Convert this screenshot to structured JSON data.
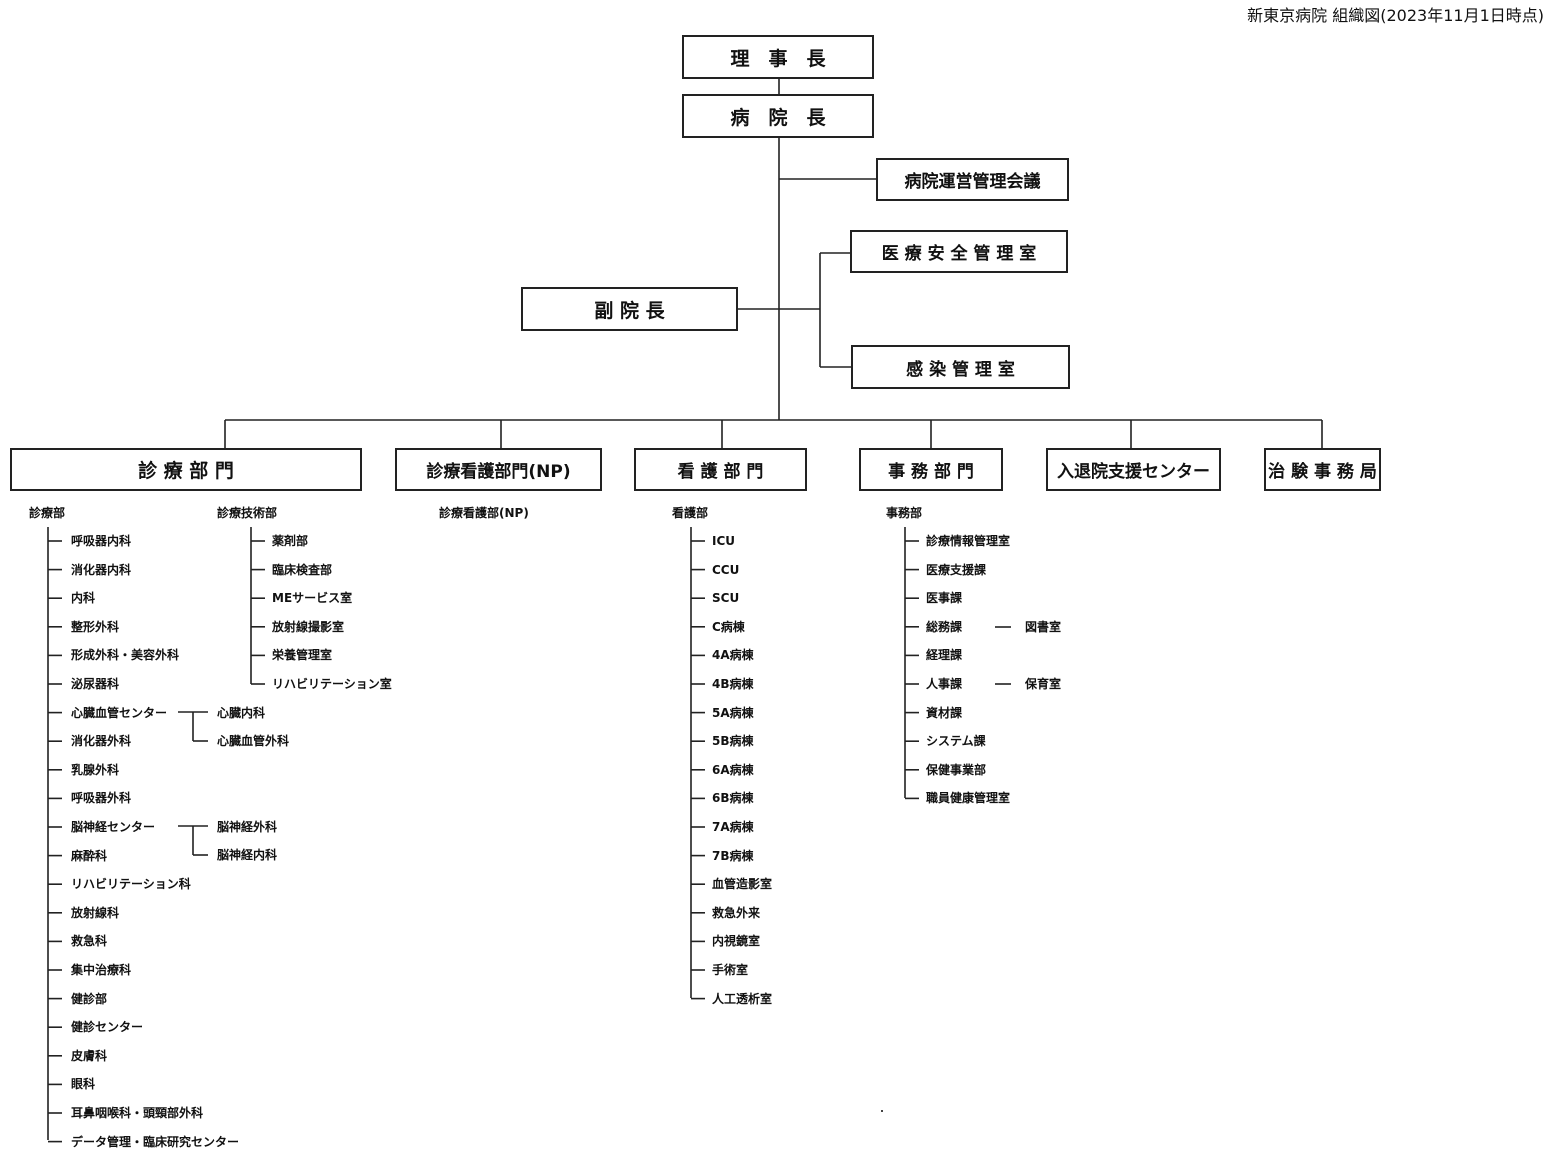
{
  "caption": "新東京病院 組織図(2023年11月1日時点)",
  "boxes": {
    "chairman": "理　事　長",
    "director": "病　院　長",
    "council": "病院運営管理会議",
    "safety": "医 療 安 全 管 理 室",
    "vice": "副 院 長",
    "infection": "感 染 管 理 室",
    "clinical": "診 療 部 門",
    "np": "診療看護部門(NP)",
    "nursing": "看 護 部 門",
    "office": "事 務 部 門",
    "admission": "入退院支援センター",
    "trial": "治 験 事 務 局"
  },
  "shinryo": {
    "heading": "診療部",
    "items": [
      "呼吸器内科",
      "消化器内科",
      "内科",
      "整形外科",
      "形成外科・美容外科",
      "泌尿器科",
      "心臓血管センター",
      "消化器外科",
      "乳腺外科",
      "呼吸器外科",
      "脳神経センター",
      "麻酔科",
      "リハビリテーション科",
      "放射線科",
      "救急科",
      "集中治療科",
      "健診部",
      "健診センター",
      "皮膚科",
      "眼科",
      "耳鼻咽喉科・頭頸部外科",
      "データ管理・臨床研究センター"
    ],
    "heart_sub": [
      "心臓内科",
      "心臓血管外科"
    ],
    "brain_sub": [
      "脳神経外科",
      "脳神経内科"
    ]
  },
  "gijutsu": {
    "heading": "診療技術部",
    "items": [
      "薬剤部",
      "臨床検査部",
      "MEサービス室",
      "放射線撮影室",
      "栄養管理室",
      "リハビリテーション室"
    ]
  },
  "np_dept": {
    "heading": "診療看護部(NP)"
  },
  "kango": {
    "heading": "看護部",
    "items": [
      "ICU",
      "CCU",
      "SCU",
      "C病棟",
      "4A病棟",
      "4B病棟",
      "5A病棟",
      "5B病棟",
      "6A病棟",
      "6B病棟",
      "7A病棟",
      "7B病棟",
      "血管造影室",
      "救急外来",
      "内視鏡室",
      "手術室",
      "人工透析室"
    ]
  },
  "jimu": {
    "heading": "事務部",
    "items": [
      "診療情報管理室",
      "医療支援課",
      "医事課",
      "総務課",
      "経理課",
      "人事課",
      "資材課",
      "システム課",
      "保健事業部",
      "職員健康管理室"
    ],
    "somu_sub": "図書室",
    "jinji_sub": "保育室"
  }
}
